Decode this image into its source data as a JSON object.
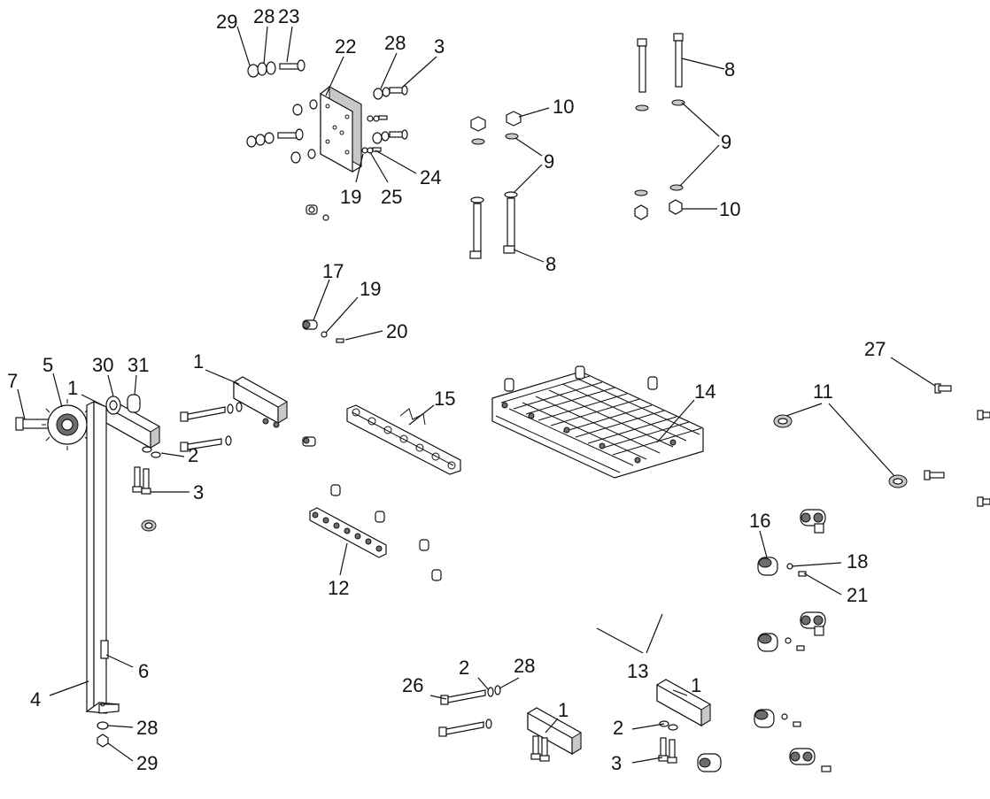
{
  "callouts": {
    "c29a": "29",
    "c28a": "28",
    "c23": "23",
    "c22": "22",
    "c28b": "28",
    "c3a": "3",
    "c10a": "10",
    "c9a": "9",
    "c24": "24",
    "c25": "25",
    "c19a": "19",
    "c8a": "8",
    "c8b": "8",
    "c9b": "9",
    "c10b": "10",
    "c17": "17",
    "c19b": "19",
    "c20": "20",
    "c1a": "1",
    "c1b": "1",
    "c15": "15",
    "c2a": "2",
    "c3b": "3",
    "c27": "27",
    "c11": "11",
    "c16": "16",
    "c18": "18",
    "c21": "21",
    "c14": "14",
    "c12": "12",
    "c7": "7",
    "c5": "5",
    "c30": "30",
    "c31": "31",
    "c6": "6",
    "c4": "4",
    "c28c": "28",
    "c29b": "29",
    "c13": "13",
    "c26": "26",
    "c2b": "2",
    "c28d": "28",
    "c1c": "1",
    "c1d": "1",
    "c2c": "2",
    "c3c": "3"
  }
}
